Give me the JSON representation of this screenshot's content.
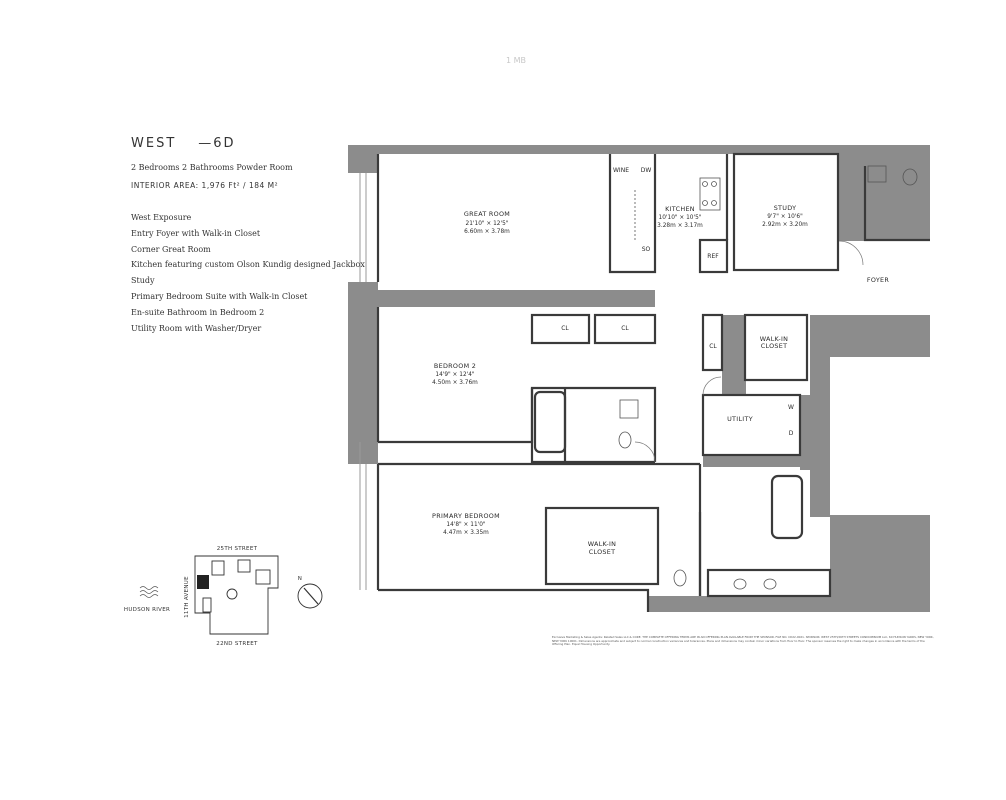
{
  "header": {
    "page_mark": "1 MB",
    "building": "WEST",
    "unit": "—6D",
    "summary": "2 Bedrooms  2 Bathrooms  Powder Room",
    "interior_area": "INTERIOR AREA: 1,976 Ft² / 184 M²"
  },
  "features": [
    "West Exposure",
    "Entry Foyer with Walk-in Closet",
    "Corner Great Room",
    "Kitchen featuring custom Olson Kundig designed Jackbox",
    "Study",
    "Primary Bedroom Suite with Walk-in Closet",
    "En-suite Bathroom in Bedroom 2",
    "Utility Room with Washer/Dryer"
  ],
  "rooms": {
    "great_room": {
      "name": "GREAT ROOM",
      "imperial": "21'10\" × 12'5\"",
      "metric": "6.60m × 3.78m"
    },
    "kitchen": {
      "name": "KITCHEN",
      "imperial": "10'10\" × 10'5\"",
      "metric": "3.28m × 3.17m"
    },
    "study": {
      "name": "STUDY",
      "imperial": "9'7\" × 10'6\"",
      "metric": "2.92m × 3.20m"
    },
    "bedroom2": {
      "name": "BEDROOM 2",
      "imperial": "14'9\" × 12'4\"",
      "metric": "4.50m × 3.76m"
    },
    "primary": {
      "name": "PRIMARY BEDROOM",
      "imperial": "14'8\" × 11'0\"",
      "metric": "4.47m × 3.35m"
    },
    "walkin_primary": {
      "line1": "WALK-IN",
      "line2": "CLOSET"
    },
    "walkin_foyer": {
      "line1": "WALK-IN",
      "line2": "CLOSET"
    },
    "utility": {
      "name": "UTILITY",
      "w": "W",
      "d": "D"
    },
    "foyer": "FOYER"
  },
  "fixtures": {
    "wine": "WINE",
    "dw": "DW",
    "so": "SO",
    "ref": "REF",
    "cl": "CL"
  },
  "key_plan": {
    "north_street": "25TH STREET",
    "south_street": "22ND STREET",
    "avenue": "11TH AVENUE",
    "river": "HUDSON RIVER",
    "compass": "N"
  },
  "disclaimer": "Exclusive Marketing & Sales Agents: Related Sales LLC & CORE. THE COMPLETE OFFERING TERMS ARE IN AN OFFERING PLAN AVAILABLE FROM THE SPONSOR. FILE NO. CD22-0021. SPONSOR: WEST 25TH/26TH STREETS CONDOMINIUM LLC, 60 HUDSON YARDS, NEW YORK, NEW YORK 10001. Dimensions are approximate and subject to normal construction variances and tolerances. Plans and dimensions may contain minor variations from floor to floor. The sponsor reserves the right to make changes in accordance with the terms of the Offering Plan. Equal Housing Opportunity."
}
